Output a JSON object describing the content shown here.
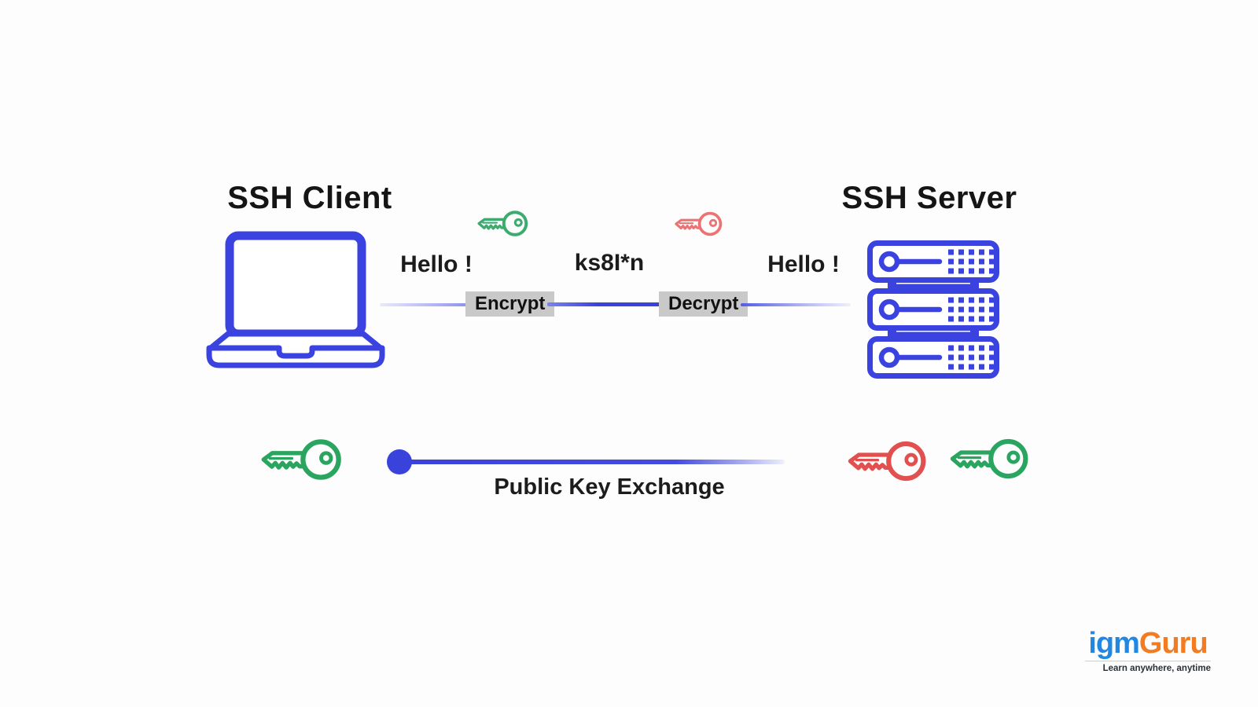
{
  "diagram": {
    "client": {
      "title": "SSH Client",
      "icon": "laptop-icon"
    },
    "server": {
      "title": "SSH Server",
      "icon": "server-rack-icon"
    },
    "flow": {
      "plaintext_left": "Hello !",
      "encrypt_label": "Encrypt",
      "ciphertext": "ks8I*n",
      "decrypt_label": "Decrypt",
      "plaintext_right": "Hello !",
      "encrypt_key_icon": "green-key-icon",
      "decrypt_key_icon": "red-key-icon"
    },
    "exchange": {
      "label": "Public Key Exchange",
      "client_key_icon": "green-key-icon",
      "server_key_icons": [
        "red-key-icon",
        "green-key-icon"
      ]
    }
  },
  "branding": {
    "logo_text_primary": "igm",
    "logo_text_secondary": "Guru",
    "tagline": "Learn anywhere, anytime"
  },
  "colors": {
    "device_blue": "#3a42e0",
    "key_green": "#2aa55f",
    "key_red": "#e14f4f",
    "badge_gray": "#c9c9c9",
    "text_black": "#1a1a1a",
    "logo_blue": "#2088e2",
    "logo_orange": "#f47b20"
  }
}
